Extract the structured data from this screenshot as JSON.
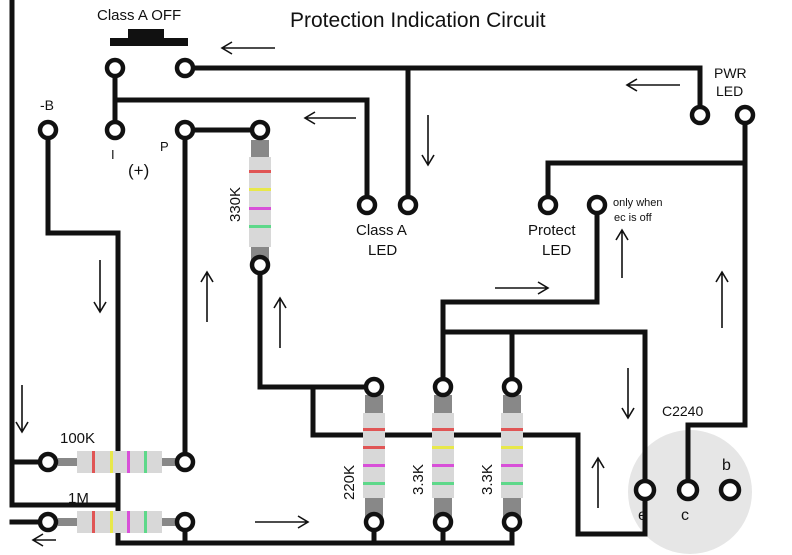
{
  "title": "Protection Indication Circuit",
  "labels": {
    "switch": "Class A OFF",
    "pwr_led_1": "PWR",
    "pwr_led_2": "LED",
    "neg_b": "-B",
    "pin_i": "I",
    "pin_p": "P",
    "plus": "(+)",
    "class_a_led_1": "Class A",
    "class_a_led_2": "LED",
    "protect_led_1": "Protect",
    "protect_led_2": "LED",
    "note_1": "only when",
    "note_2": "ec is off",
    "transistor": "C2240",
    "pin_e": "e",
    "pin_c": "c",
    "pin_b": "b"
  },
  "resistors": {
    "r330k": "330K",
    "r100k": "100K",
    "r1m": "1M",
    "r220k": "220K",
    "r3k3a": "3.3K",
    "r3k3b": "3.3K"
  },
  "colors": {
    "wire": "#111111",
    "resistor_body": "#d8d8d8",
    "band_red": "#e05555",
    "band_yellow": "#e8e84a",
    "band_magenta": "#d850d8",
    "band_green": "#5ed88a",
    "transistor_bg": "#e6e6e6"
  }
}
